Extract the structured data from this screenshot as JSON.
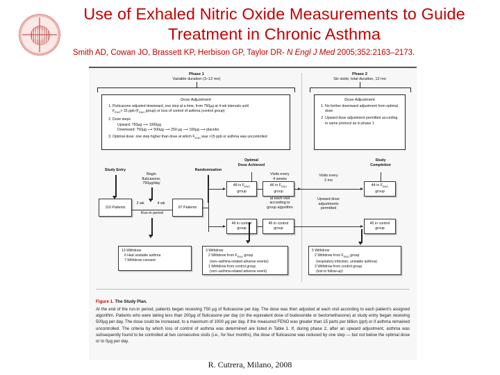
{
  "slide": {
    "title": "Use of Exhaled Nitric Oxide Measurements to Guide Treatment in Chronic Asthma",
    "byline_authors": "Smith AD, Cowan JO, Brassett KP, Herbison GP, Taylor DR- ",
    "byline_journal": "N Engl J Med",
    "byline_citation": " 2005;352:2163–2173.",
    "footer": "R. Cutrera, Milano, 2008",
    "title_color": "#C00000",
    "logo_name": "university-seal"
  },
  "figure": {
    "phase1": {
      "name": "Phase 1",
      "duration": "Variable duration (3–12 mo)",
      "box_heading": "Dose Adjustment",
      "items": [
        "Fluticasone adjusted downward, one step at a time, from 750µg at 4-wk intervals until FENO > 15 ppb (FENO group) or loss of control of asthma (control group)",
        "Dose steps",
        "Optimal dose: one step higher than dose at which FENO was >15 ppb or asthma was uncontrolled"
      ],
      "dose_upward": "Upward: 750µg ⟶ 1000µg",
      "dose_downward": "Downward: 750µg ⟶ 500µg ⟶ 250 µg ⟶ 100µg ⟶ placebo"
    },
    "phase2": {
      "name": "Phase 2",
      "duration": "Six visits; total duration, 12 mo",
      "box_heading": "Dose Adjustment",
      "items": [
        "No further downward adjustment from optimal dose",
        "Upward dose adjustment permitted according to same protocol as in phase 1"
      ]
    },
    "flow": {
      "label_study_entry": "Study Entry",
      "label_begin_flut": "Begin fluticasone, 750µg/day",
      "label_randomization": "Randomization",
      "label_optimal_dose": "Optimal Dose Achieved",
      "label_study_completion": "Study Completion",
      "label_2wk": "2 wk",
      "label_4wk": "4 wk",
      "label_runin": "Run-in period",
      "label_visits_4wk": "Visits every 4 weeks",
      "label_dose_adj_each_visit": "Dose adjustment at each visit according to group algorithm",
      "label_visits_2mo": "Visits every 2 mo",
      "label_upward_permitted": "Upward dose adjustments permitted",
      "node_110": "110 Patients",
      "node_97": "97 Patients",
      "node_48_feno": "48 in FENO group",
      "node_49_control": "49 in control group",
      "node_46_feno": "46 in FENO group",
      "node_46_control": "46 in control group",
      "node_44_feno": "44 in FENO group",
      "node_45_control": "45 in control group"
    },
    "withdrawals": {
      "left": {
        "total": "13 Withdrew",
        "lines": [
          "6 Had unstable asthma",
          "7 Withdrew consent"
        ]
      },
      "middle": {
        "total": "3 Withdrew",
        "lines": [
          "2 Withdrew from FENO group",
          "(non–asthma-related adverse events)",
          "1 Withdrew from control group",
          "(non–asthma-related adverse event)"
        ]
      },
      "right": {
        "total": "5 Withdrew",
        "lines": [
          "2 Withdrew from FENO group",
          "(respiratory infection, unstable asthma)",
          "3 Withdrew from control group",
          "(lost to follow-up)"
        ]
      }
    },
    "caption": {
      "figure_no": "Figure 1.",
      "figure_title": " The Study Plan.",
      "body": "At the end of the run-in period, patients began receiving 750 µg of fluticasone per day. The dose was then adjusted at each visit according to each patient's assigned algorithm. Patients who were taking less than 200µg of fluticasone per day (or the equivalent dose of budesonide or beclomethasone) at study entry began receiving 500µg per day. The dose could be increased, to a maximum of 1000 µg per day, if the measured FENO was greater than 15 parts per billion (ppt) or if asthma remained uncontrolled. The criteria by which loss of control of asthma was determined are listed in Table 1. If, during phase 2, after an upward adjustment, asthma was subsequently found to be controlled at two consecutive visits (i.e., for four months), the dose of fluticasone was reduced by one step — but not below the optimal dose or to 0µg per day."
    }
  }
}
